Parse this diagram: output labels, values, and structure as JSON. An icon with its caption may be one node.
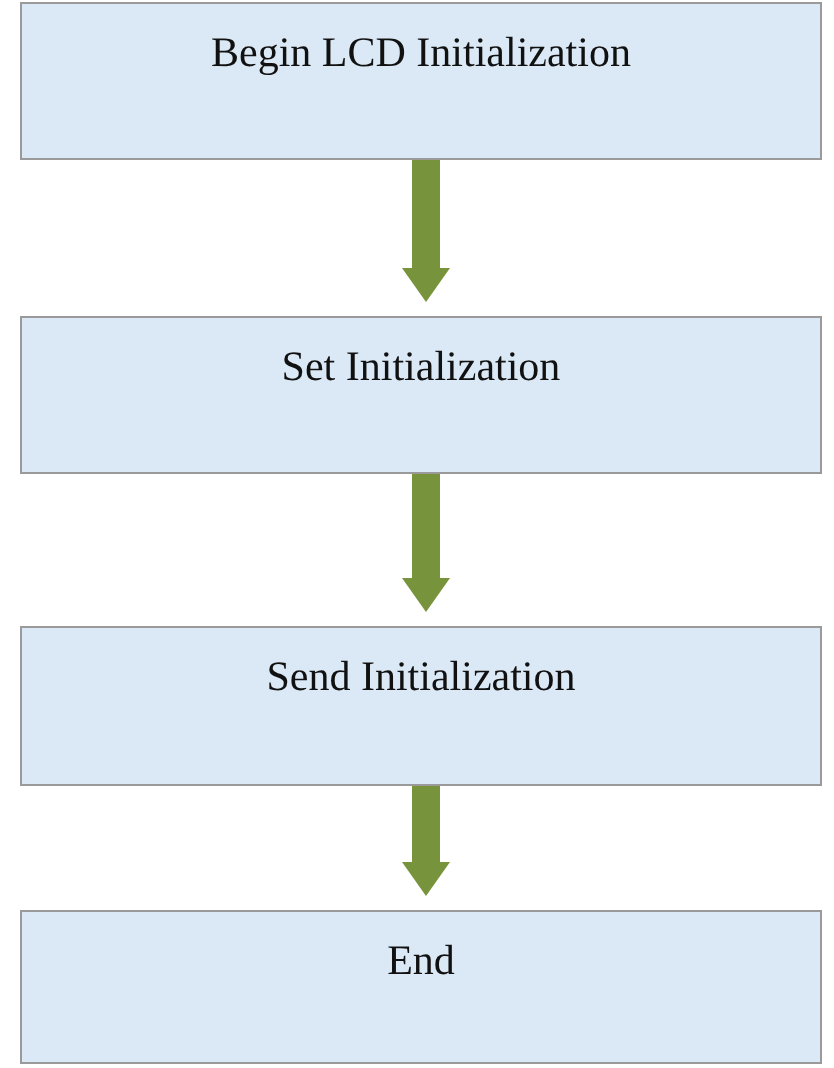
{
  "diagram": {
    "nodes": [
      {
        "text": [
          "Begin LCD Initialization"
        ]
      },
      {
        "text": [
          "Set Initialization"
        ]
      },
      {
        "text": [
          "Send Initialization"
        ]
      },
      {
        "text": [
          "End"
        ]
      }
    ],
    "edges": [
      {
        "from": 0,
        "to": 1,
        "arrow": "to"
      },
      {
        "from": 1,
        "to": 2,
        "arrow": "to"
      },
      {
        "from": 2,
        "to": 3,
        "arrow": "to"
      }
    ]
  }
}
